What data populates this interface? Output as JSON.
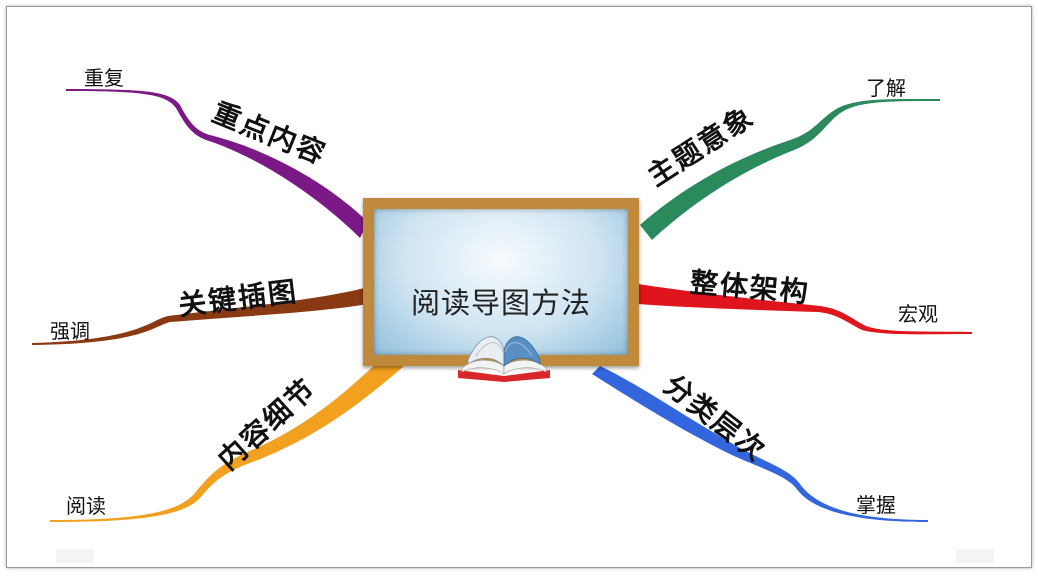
{
  "center": {
    "title": "阅读导图方法",
    "icon": "open-book-icon"
  },
  "branches": [
    {
      "id": "zhongdian",
      "label": "重点内容",
      "leaf": "重复",
      "color": "#7b1a86"
    },
    {
      "id": "guanjian",
      "label": "关键插图",
      "leaf": "强调",
      "color": "#8a3a12"
    },
    {
      "id": "neirong",
      "label": "内容细节",
      "leaf": "阅读",
      "color": "#f2a020"
    },
    {
      "id": "zhuti",
      "label": "主题意象",
      "leaf": "了解",
      "color": "#2a8a5e"
    },
    {
      "id": "zhengti",
      "label": "整体架构",
      "leaf": "宏观",
      "color": "#e0141c"
    },
    {
      "id": "fenlei",
      "label": "分类层次",
      "leaf": "掌握",
      "color": "#3366dd"
    }
  ]
}
